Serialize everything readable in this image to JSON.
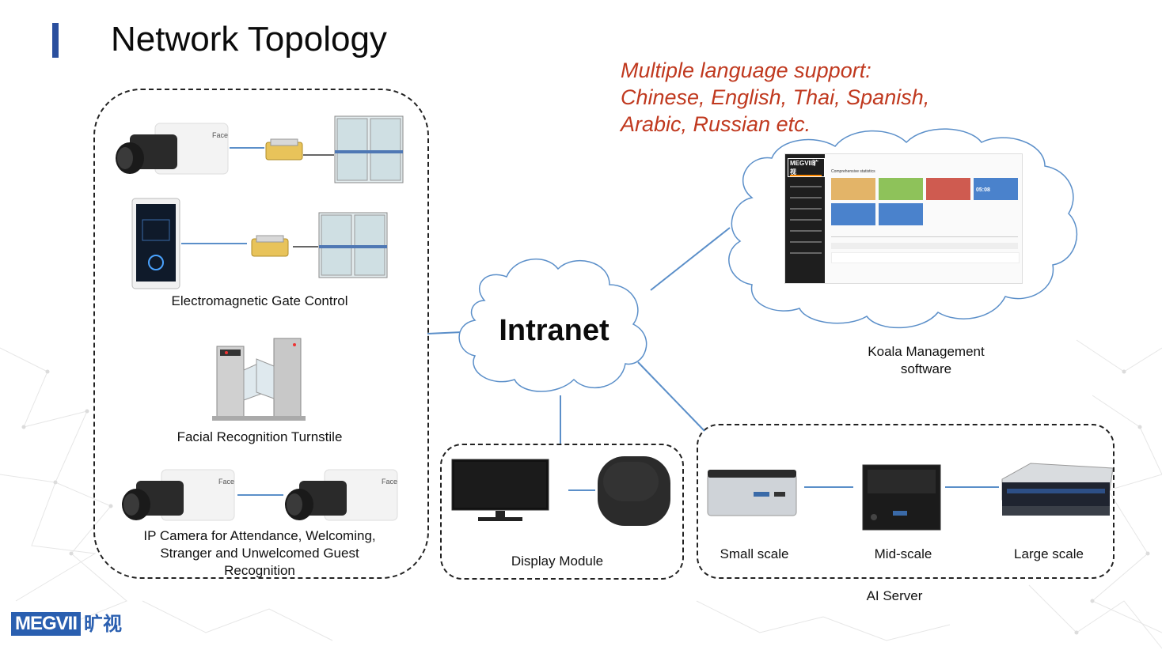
{
  "title": "Network Topology",
  "language_note": {
    "line1": "Multiple language support:",
    "line2": "Chinese, English, Thai, Spanish,",
    "line3": "Arabic, Russian etc."
  },
  "hub": {
    "label": "Intranet"
  },
  "groups": {
    "access": {
      "gate_control_label": "Electromagnetic Gate Control",
      "turnstile_label": "Facial Recognition Turnstile",
      "ip_camera_label_line1": "IP Camera for Attendance, Welcoming,",
      "ip_camera_label_line2": "Stranger and Unwelcomed Guest",
      "ip_camera_label_line3": "Recognition",
      "camera_brand": "Face"
    },
    "display": {
      "label": "Display Module"
    },
    "management": {
      "label_line1": "Koala Management",
      "label_line2": "software",
      "dashboard": {
        "brand": "MEGVII旷视",
        "section": "Comprehensive statistics",
        "clock": "05:08"
      }
    },
    "ai_server": {
      "label": "AI Server",
      "small_label": "Small scale",
      "mid_label": "Mid-scale",
      "large_label": "Large scale"
    }
  },
  "logo": {
    "mark": "MEGVII",
    "cn": "旷视"
  },
  "colors": {
    "accent_bar": "#2a4f9e",
    "note_text": "#c0391f",
    "connector": "#5b8fc9",
    "cloud_stroke": "#5b8fc9"
  }
}
